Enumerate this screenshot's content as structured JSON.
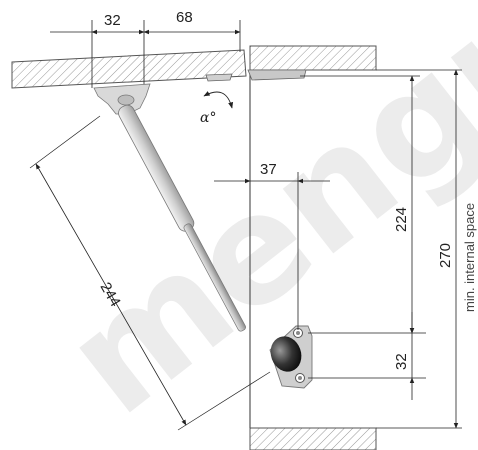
{
  "watermark": "mengui",
  "dimensions": {
    "d32_top": "32",
    "d68_top": "68",
    "d37": "37",
    "d224": "224",
    "d270": "270",
    "d244": "244",
    "d32_bottom": "32"
  },
  "angle_label": "α°",
  "side_label": "min. internal space"
}
